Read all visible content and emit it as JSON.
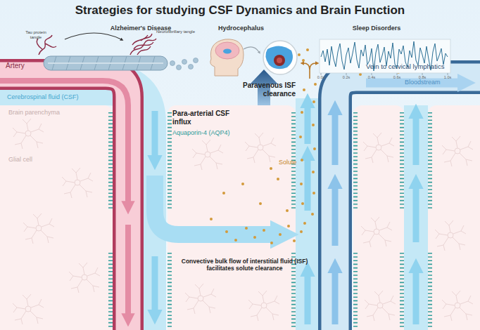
{
  "diagram": {
    "title": "Strategies for studying CSF Dynamics and Brain Function",
    "labels": [
      "Alzheimer's Disease",
      "Tau protein tangle",
      "Neurofibrillary tangle",
      "Hydrocephalus",
      "Sleep Disorders",
      "0.0s",
      "0.2s",
      "0.4s",
      "0.6s",
      "0.8s",
      "1.0s",
      "Artery",
      "Vein to cervical lymphatics",
      "Bloodstream",
      "Cerebrospinal fluid (CSF)",
      "Brain parenchyma",
      "Glial cell",
      "Para-arterial CSF influx",
      "Aquaporin-4 (AQP4)",
      "Paravenous ISF clearance",
      "Solute",
      "Convective bulk flow of interstitial fluid (ISF) facilitates solute clearance"
    ]
  }
}
